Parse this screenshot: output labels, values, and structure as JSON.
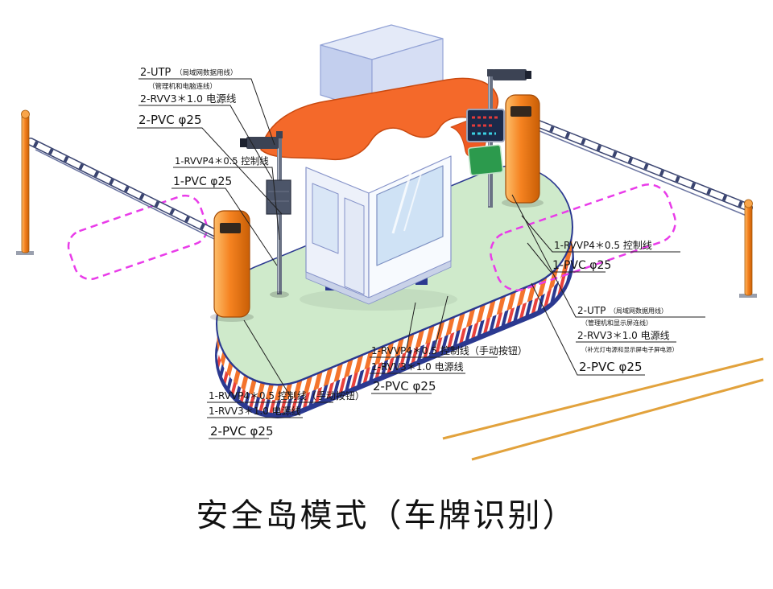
{
  "title": "安全岛模式（车牌识别）",
  "labels": {
    "top_left": {
      "utp": "2-UTP",
      "utp_note": "（局域网数据用线）",
      "utp_note2": "（管理机和电脑连线）",
      "power": "2-RVV3＊1.0 电源线",
      "pvc": "2-PVC φ25"
    },
    "left_mid": {
      "control": "1-RVVP4＊0.5 控制线",
      "pvc": "1-PVC φ25"
    },
    "right_mid": {
      "control": "1-RVVP4＊0.5 控制线",
      "pvc": "1-PVC φ25"
    },
    "right_low": {
      "utp": "2-UTP",
      "utp_note": "（局域网数据用线）",
      "utp_note2": "（管理机和显示屏连线）",
      "power": "2-RVV3＊1.0 电源线",
      "power_note": "（补光灯电源和显示屏电子屏电源）",
      "pvc": "2-PVC φ25"
    },
    "center_bottom": {
      "control": "1-RVVP4＊0.5 控制线（手动按钮）",
      "power": "1-RVV3＊1.0 电源线",
      "pvc": "2-PVC φ25"
    },
    "left_bottom": {
      "control": "1-RVVP4＊0.5 控制线（手动按钮）",
      "power": "1-RVV3＊1.0 电源线",
      "pvc": "2-PVC φ25"
    }
  },
  "colors": {
    "island_green": "#cfeacb",
    "roof_orange": "#f4692a",
    "barrier_orange": "#f58220",
    "loop_magenta": "#e93ce9",
    "stripe_red": "#e8413c",
    "stripe_blue": "#2b3990",
    "curb_yellow": "#e2a23c"
  }
}
